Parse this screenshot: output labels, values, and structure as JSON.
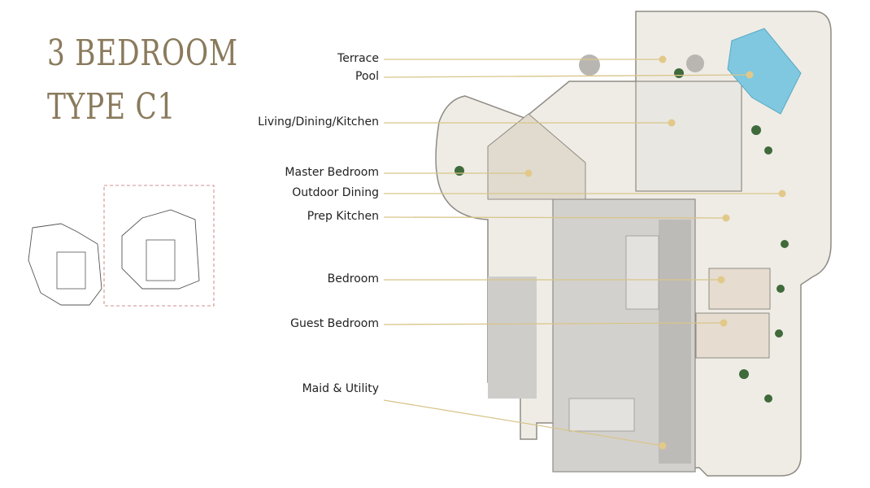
{
  "title": {
    "line1": "3 BEDROOM",
    "line2": "TYPE C1"
  },
  "rooms": [
    {
      "id": "terrace",
      "label": "Terrace"
    },
    {
      "id": "pool",
      "label": "Pool"
    },
    {
      "id": "living",
      "label": "Living/Dining/Kitchen"
    },
    {
      "id": "master",
      "label": "Master Bedroom"
    },
    {
      "id": "outdoor",
      "label": "Outdoor Dining"
    },
    {
      "id": "prep",
      "label": "Prep Kitchen"
    },
    {
      "id": "bedroom",
      "label": "Bedroom"
    },
    {
      "id": "guest",
      "label": "Guest Bedroom"
    },
    {
      "id": "maid",
      "label": "Maid & Utility"
    }
  ],
  "colors": {
    "title": "#8a7a5c",
    "leader": "#d8c58a",
    "marker": "#e2c98a",
    "floor": "#ece9e2",
    "wall": "#9a9690",
    "service": "#c9c7c3",
    "pool": "#7fc8e0"
  }
}
